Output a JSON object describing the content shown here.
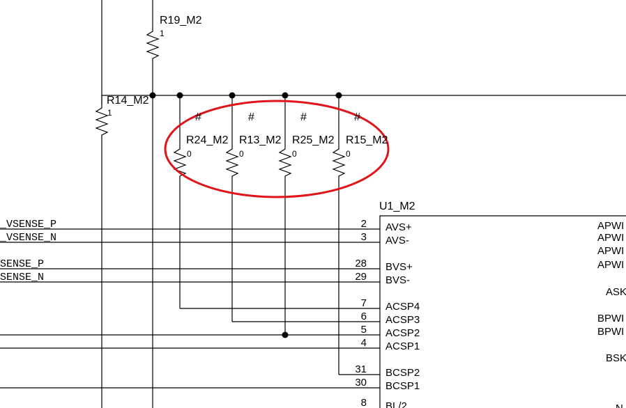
{
  "resistors": {
    "r19": {
      "name": "R19_M2",
      "pin": "1"
    },
    "r14": {
      "name": "R14_M2",
      "pin": "1"
    },
    "r24": {
      "name": "R24_M2",
      "pin": "0",
      "mark": "#"
    },
    "r13": {
      "name": "R13_M2",
      "pin": "0",
      "mark": "#"
    },
    "r25": {
      "name": "R25_M2",
      "pin": "0",
      "mark": "#"
    },
    "r15": {
      "name": "R15_M2",
      "pin": "0",
      "mark": "#"
    }
  },
  "nets": {
    "avsense_p": "_VSENSE_P",
    "avsense_n": "_VSENSE_N",
    "bsense_p": "SENSE_P",
    "bsense_n": "SENSE_N"
  },
  "chip": {
    "name": "U1_M2",
    "left_pins": [
      {
        "num": "2",
        "label": "AVS+"
      },
      {
        "num": "3",
        "label": "AVS-"
      },
      {
        "num": "28",
        "label": "BVS+"
      },
      {
        "num": "29",
        "label": "BVS-"
      },
      {
        "num": "7",
        "label": "ACSP4"
      },
      {
        "num": "6",
        "label": "ACSP3"
      },
      {
        "num": "5",
        "label": "ACSP2"
      },
      {
        "num": "4",
        "label": "ACSP1"
      },
      {
        "num": "31",
        "label": "BCSP2"
      },
      {
        "num": "30",
        "label": "BCSP1"
      },
      {
        "num": "8",
        "label": "BL/2"
      }
    ],
    "right_pins": [
      "APWI",
      "APWI",
      "APWI",
      "APWI",
      "ASK",
      "BPWI",
      "BPWI",
      "BSK",
      "N"
    ]
  },
  "highlight": {
    "color": "#e0141b"
  }
}
